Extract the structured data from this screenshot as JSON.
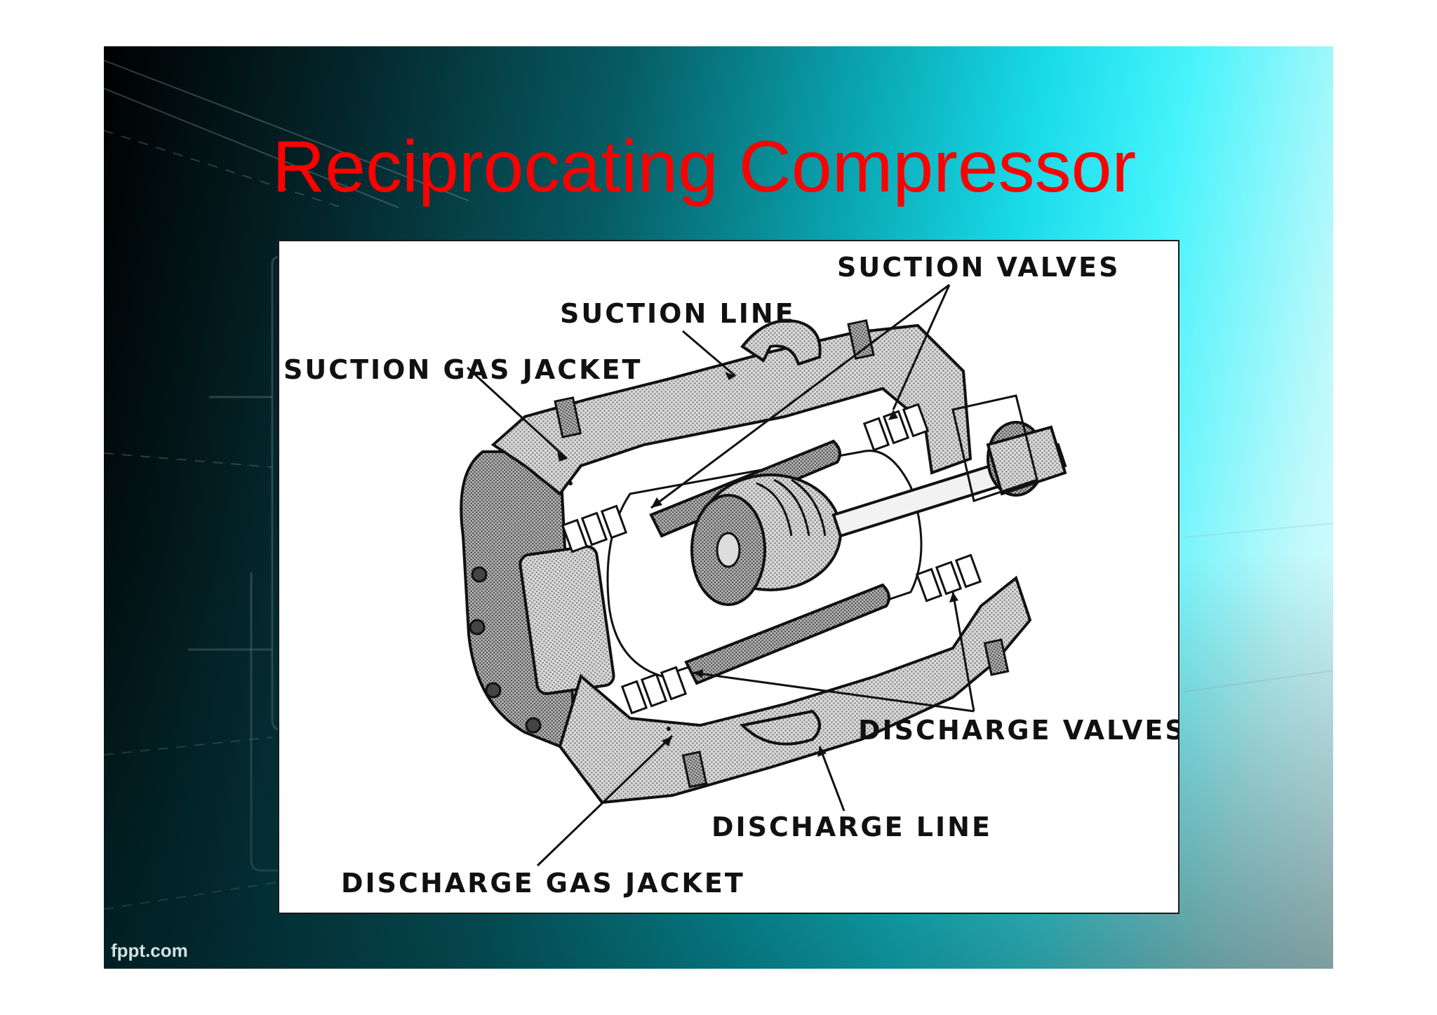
{
  "slide": {
    "title": "Reciprocating Compressor",
    "footer": "fppt.com",
    "colors": {
      "title": "#ff0000",
      "figure_background": "#ffffff",
      "dark_background": "#000000",
      "light_background": "#e6fdfd"
    }
  },
  "figure": {
    "labels": {
      "suction_valves": "SUCTION VALVES",
      "suction_line": "SUCTION LINE",
      "suction_gas_jacket": "SUCTION GAS JACKET",
      "discharge_valves": "DISCHARGE VALVES",
      "discharge_line": "DISCHARGE LINE",
      "discharge_gas_jacket": "DISCHARGE GAS JACKET"
    }
  }
}
